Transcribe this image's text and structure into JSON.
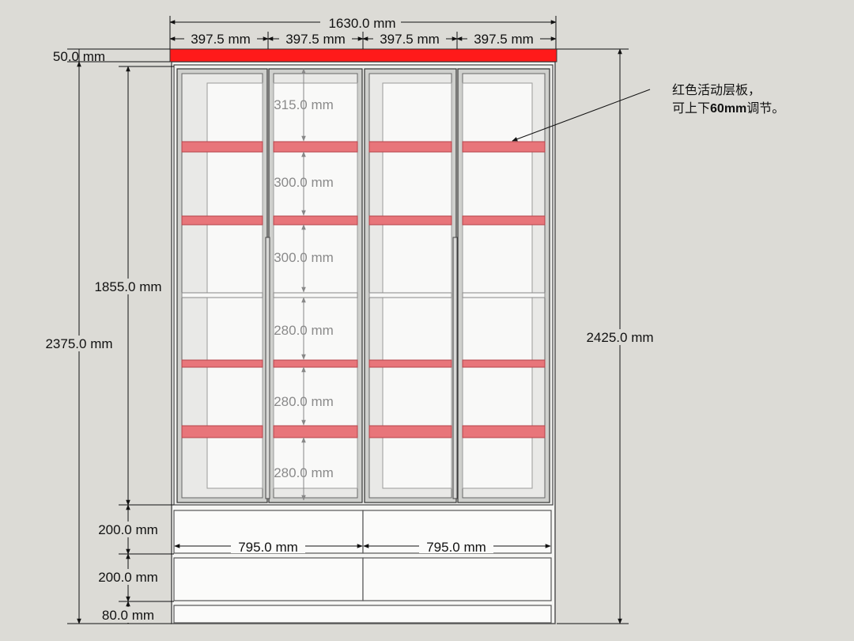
{
  "dimensions": {
    "overall_width": "1630.0 mm",
    "door_widths": [
      "397.5 mm",
      "397.5 mm",
      "397.5 mm",
      "397.5 mm"
    ],
    "top_panel": "50.0 mm",
    "display_height": "1855.0 mm",
    "left_total": "2375.0 mm",
    "right_total": "2425.0 mm",
    "drawer_upper": "200.0 mm",
    "drawer_lower": "200.0 mm",
    "plinth": "80.0 mm",
    "drawer_widths": [
      "795.0 mm",
      "795.0 mm"
    ],
    "shelf_spacings": [
      "315.0 mm",
      "300.0 mm",
      "300.0 mm",
      "280.0 mm",
      "280.0 mm",
      "280.0 mm"
    ]
  },
  "annotation": {
    "line1": "红色活动层板，",
    "line2_prefix": "可上下",
    "line2_bold": "60mm",
    "line2_suffix": "调节。"
  },
  "colors": {
    "top_panel": "#ff1a1a",
    "shelf": "#e8757a",
    "background": "#dcdbd6"
  }
}
